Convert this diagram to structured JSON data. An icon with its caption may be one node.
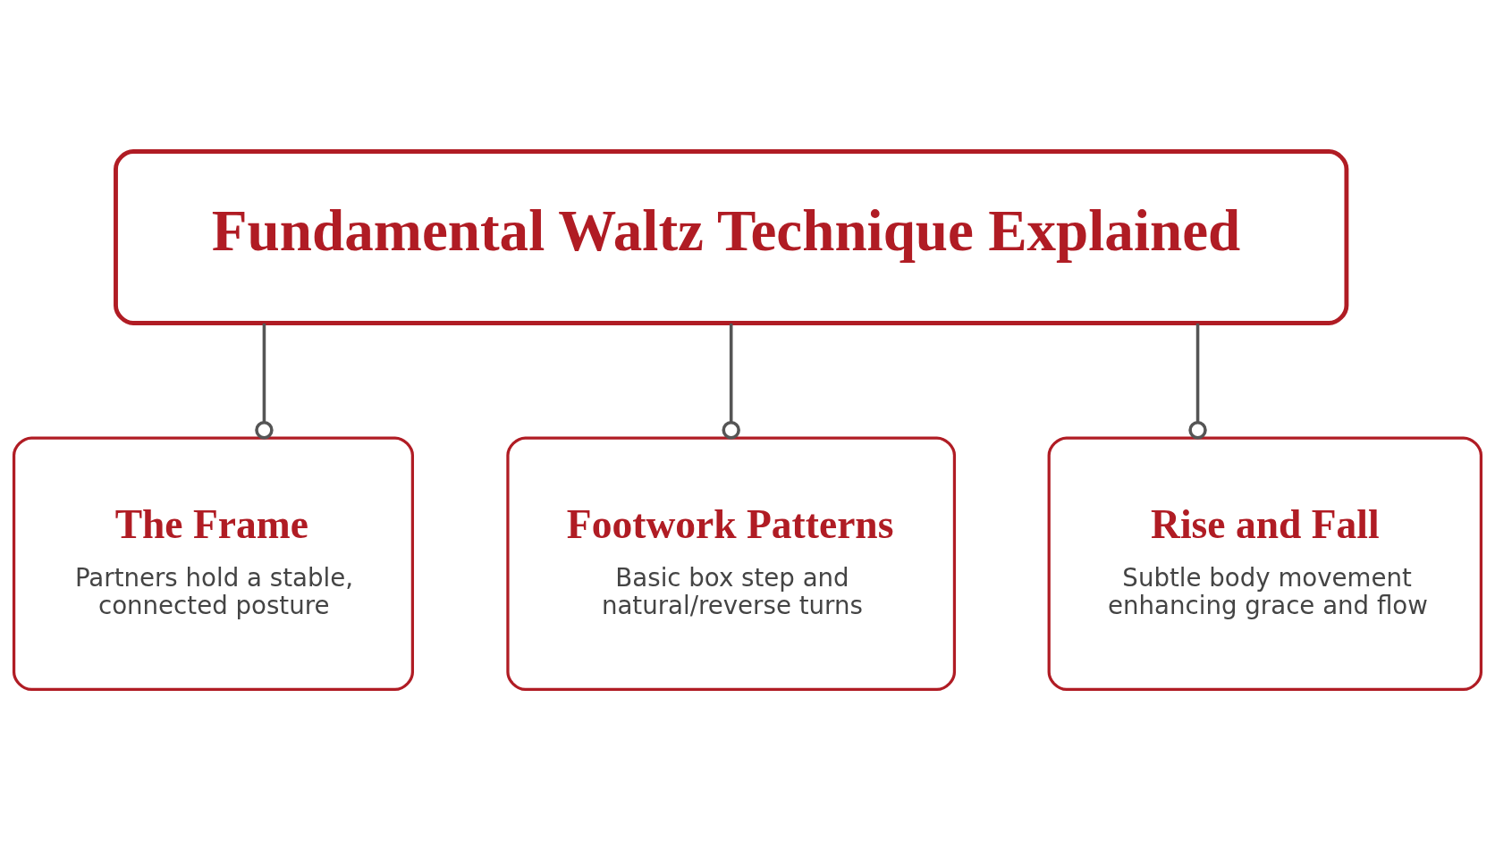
{
  "diagram": {
    "nodes": [
      {
        "text": [
          "Fundamental Waltz Technique Explained"
        ]
      },
      {
        "text": [
          "The Frame",
          "Partners hold a stable, connected posture"
        ]
      },
      {
        "text": [
          "Footwork Patterns",
          "Basic box step and natural/reverse turns"
        ]
      },
      {
        "text": [
          "Rise and Fall",
          "Subtle body movement enhancing grace and flow"
        ]
      }
    ],
    "edges": [
      {
        "from": 0,
        "to": 1,
        "arrow": "other"
      },
      {
        "from": 0,
        "to": 2,
        "arrow": "other"
      },
      {
        "from": 0,
        "to": 3,
        "arrow": "other"
      }
    ]
  }
}
